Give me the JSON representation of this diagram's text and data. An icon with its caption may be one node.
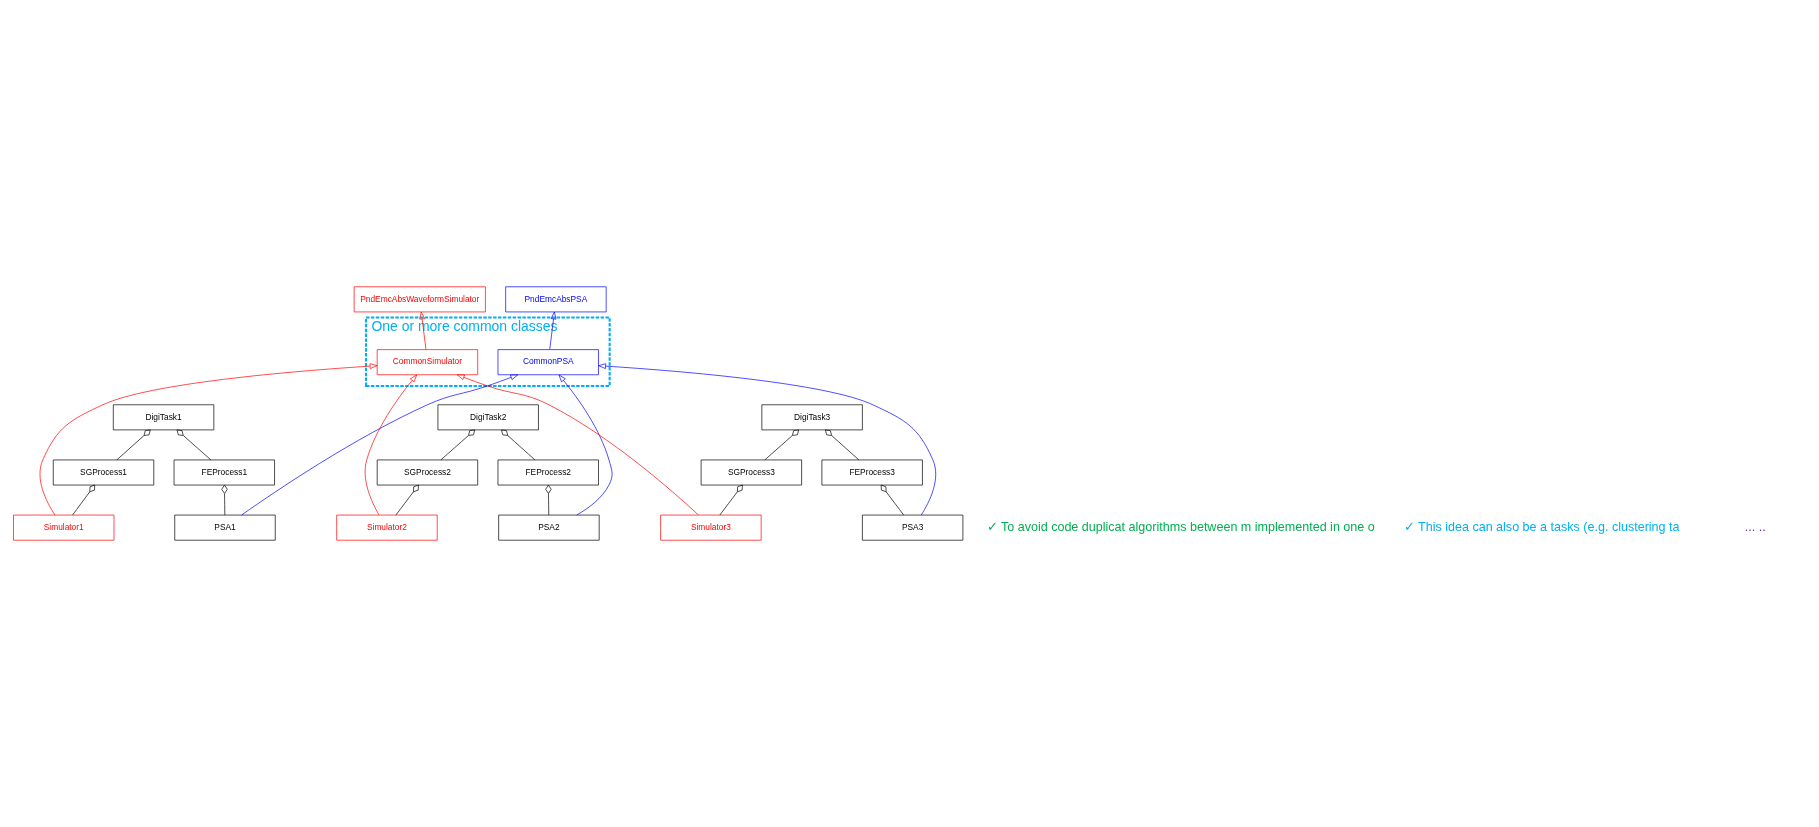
{
  "diagram": {
    "nodes": [
      {
        "text": [
          "PndEmcAbsWaveformSimulator"
        ]
      },
      {
        "text": [
          "PndEmcAbsPSA"
        ]
      },
      {
        "text": [],
        "shape": "box",
        "beside": [
          "One or more common classes"
        ]
      },
      {
        "text": [
          "CommonSimulator"
        ],
        "in": 2
      },
      {
        "text": [
          "CommonPSA"
        ],
        "in": 2
      },
      {
        "text": [
          "DigiTask1"
        ]
      },
      {
        "text": [
          "DigiTask2"
        ]
      },
      {
        "text": [
          "DigiTask3"
        ]
      },
      {
        "text": [
          "SGProcess1"
        ]
      },
      {
        "text": [
          "FEProcess1"
        ]
      },
      {
        "text": [
          "SGProcess2"
        ]
      },
      {
        "text": [
          "FEProcess2"
        ]
      },
      {
        "text": [
          "SGProcess3"
        ]
      },
      {
        "text": [
          "FEProcess3"
        ]
      },
      {
        "text": [
          "Simulator1"
        ]
      },
      {
        "text": [
          "PSA1"
        ]
      },
      {
        "text": [
          "Simulator2"
        ]
      },
      {
        "text": [
          "PSA2"
        ]
      },
      {
        "text": [
          "Simulator3"
        ]
      },
      {
        "text": [
          "PSA3"
        ]
      }
    ],
    "edges": [
      {
        "from": 3,
        "to": 0,
        "arrow": "to",
        "color": "#ff0000"
      },
      {
        "from": 4,
        "to": 1,
        "arrow": "to",
        "color": "#0000ff"
      },
      {
        "from": 8,
        "to": 5,
        "arrow": "other"
      },
      {
        "from": 9,
        "to": 5,
        "arrow": "other"
      },
      {
        "from": 10,
        "to": 6,
        "arrow": "other"
      },
      {
        "from": 11,
        "to": 6,
        "arrow": "other"
      },
      {
        "from": 12,
        "to": 7,
        "arrow": "other"
      },
      {
        "from": 13,
        "to": 7,
        "arrow": "other"
      },
      {
        "from": 14,
        "to": 8,
        "arrow": "other"
      },
      {
        "from": 15,
        "to": 9,
        "arrow": "other"
      },
      {
        "from": 16,
        "to": 10,
        "arrow": "other"
      },
      {
        "from": 17,
        "to": 11,
        "arrow": "other"
      },
      {
        "from": 18,
        "to": 12,
        "arrow": "other"
      },
      {
        "from": 19,
        "to": 13,
        "arrow": "other"
      },
      {
        "from": 14,
        "to": 3,
        "arrow": "to",
        "color": "#ff0000"
      },
      {
        "from": 16,
        "to": 3,
        "arrow": "to",
        "color": "#ff0000"
      },
      {
        "from": 18,
        "to": 3,
        "arrow": "to",
        "color": "#ff0000"
      },
      {
        "from": 15,
        "to": 4,
        "arrow": "to",
        "color": "#0000ff"
      },
      {
        "from": 17,
        "to": 4,
        "arrow": "to",
        "color": "#0000ff"
      },
      {
        "from": 19,
        "to": 4,
        "arrow": "to",
        "color": "#0000ff"
      }
    ],
    "labels": [
      "✓ To avoid code duplicat algorithms between m implemented in one o",
      "✓ This idea can also be a tasks (e.g. clustering ta",
      "... .."
    ]
  }
}
